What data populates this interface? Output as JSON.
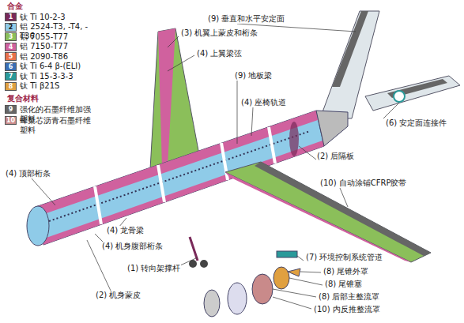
{
  "diagram": {
    "labels": [
      "合金",
      "1",
      "2",
      "3",
      "4",
      "5",
      "6",
      "7",
      "8",
      "复合材料",
      "9",
      "10",
      "(9) 垂直和水平安定面",
      "(3) 机翼上蒙皮和桁条",
      "(4) 上翼梁弦",
      "(9) 地板梁",
      "(4) 座椅轨道",
      "(6) 安定面连接件",
      "(2) 后隔板",
      "(10) 自动涂铺CFRP胶带",
      "(4) 顶部桁条",
      "(4) 龙骨梁",
      "(4) 机身腹部桁条",
      "(1) 转向架撑杆",
      "(7) 环境控制系统管道",
      "(8) 尾锥外罩",
      "(8) 尾锥塞",
      "(8) 后部主整流罩",
      "(10) 内反推整流罩",
      "(2) 机身蒙皮"
    ],
    "legend": [
      {
        "text": "钛 Ti 10-2-3",
        "color": "#7a2a5a"
      },
      {
        "text": "铝 2524-T3, -T4, -T36",
        "color": "#8fcbe8"
      },
      {
        "text": "铝 7055-T77",
        "color": "#8bbf5a"
      },
      {
        "text": "铝 7150-T77",
        "color": "#d0619e"
      },
      {
        "text": "铝 2090-T86",
        "color": "#e8704a"
      },
      {
        "text": "钛 Ti 6-4 β-(ELI)",
        "color": "#3a6fb5"
      },
      {
        "text": "钛 Ti 15-3-3-3",
        "color": "#2a9a9a"
      },
      {
        "text": "钛 Ti β21S",
        "color": "#e0a040"
      },
      {
        "text": "强化的石墨纤维加强塑料",
        "color": "#666666"
      },
      {
        "text": "蜂巢芯沥青石墨纤维塑料",
        "color": "#c98a8a"
      }
    ]
  }
}
